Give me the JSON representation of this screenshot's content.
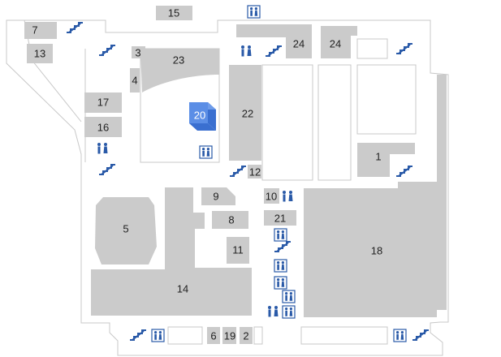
{
  "floor_map": {
    "units": [
      {
        "id": "u1",
        "label": "1"
      },
      {
        "id": "u2",
        "label": "2"
      },
      {
        "id": "u3",
        "label": "3"
      },
      {
        "id": "u4",
        "label": "4"
      },
      {
        "id": "u5",
        "label": "5"
      },
      {
        "id": "u6",
        "label": "6"
      },
      {
        "id": "u7",
        "label": "7"
      },
      {
        "id": "u8",
        "label": "8"
      },
      {
        "id": "u9",
        "label": "9"
      },
      {
        "id": "u10",
        "label": "10"
      },
      {
        "id": "u11",
        "label": "11"
      },
      {
        "id": "u12",
        "label": "12"
      },
      {
        "id": "u13",
        "label": "13"
      },
      {
        "id": "u14",
        "label": "14"
      },
      {
        "id": "u15",
        "label": "15"
      },
      {
        "id": "u16",
        "label": "16"
      },
      {
        "id": "u17",
        "label": "17"
      },
      {
        "id": "u18",
        "label": "18"
      },
      {
        "id": "u19",
        "label": "19"
      },
      {
        "id": "u20",
        "label": "20"
      },
      {
        "id": "u21",
        "label": "21"
      },
      {
        "id": "u22",
        "label": "22"
      },
      {
        "id": "u23",
        "label": "23"
      },
      {
        "id": "u24a",
        "label": "24"
      },
      {
        "id": "u24b",
        "label": "24"
      }
    ],
    "highlighted_unit": "20",
    "colors": {
      "unit_fill": "#cbcbcb",
      "highlight_front": "#5b8ee6",
      "highlight_side": "#3a6fd0",
      "icon_blue": "#2a5aa8",
      "outline": "#c8c8c8"
    },
    "icons": {
      "stairs": "stairs-icon",
      "restroom_sign": "restroom-sign-icon",
      "restroom_people": "restroom-people-icon"
    }
  }
}
